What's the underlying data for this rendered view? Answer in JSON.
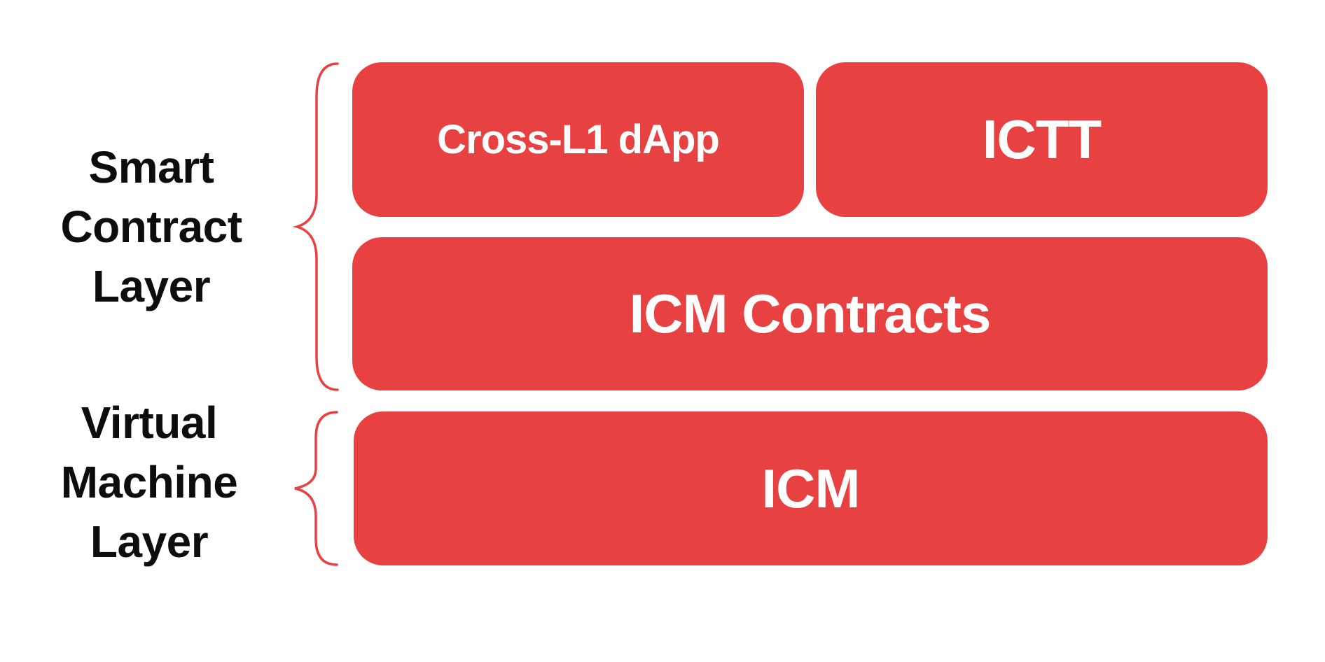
{
  "diagram": {
    "background_color": "#ffffff",
    "accent_color": "#e84142",
    "box_text_color": "#ffffff",
    "label_text_color": "#0d0d0d",
    "layers": [
      {
        "name": "Smart Contract Layer",
        "label_lines": [
          "Smart",
          "Contract",
          "Layer"
        ],
        "boxes": [
          {
            "id": "cross-l1-dapp",
            "label": "Cross-L1 dApp"
          },
          {
            "id": "ictt",
            "label": "ICTT"
          },
          {
            "id": "icm-contracts",
            "label": "ICM Contracts"
          }
        ]
      },
      {
        "name": "Virtual Machine Layer",
        "label_lines": [
          "Virtual",
          "Machine",
          "Layer"
        ],
        "boxes": [
          {
            "id": "icm",
            "label": "ICM"
          }
        ]
      }
    ]
  }
}
